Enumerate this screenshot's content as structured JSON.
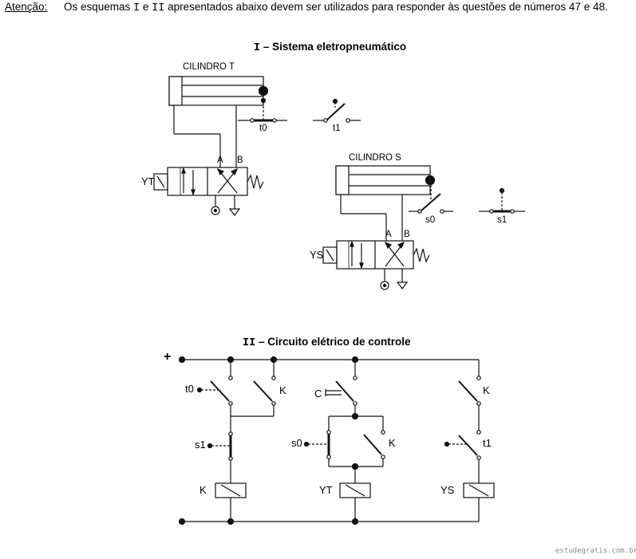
{
  "header": {
    "label": "Atenção:",
    "text_before": "Os esquemas ",
    "mark_1": "I",
    "conjunction": " e ",
    "mark_2": "II",
    "text_after": " apresentados abaixo devem ser utilizados para responder às questões de números 47 e 48."
  },
  "section_1": {
    "numeral": "I",
    "title": " – Sistema eletropneumático",
    "cylinder_t": "CILINDRO T",
    "cylinder_s": "CILINDRO S",
    "port_a": "A",
    "port_b": "B",
    "solenoid_t": "YT",
    "solenoid_s": "YS",
    "sensors": {
      "t0": "t0",
      "t1": "t1",
      "s0": "s0",
      "s1": "s1"
    }
  },
  "section_2": {
    "numeral": "II",
    "title": " – Circuito elétrico de controle",
    "supply": "+",
    "contacts": {
      "t0": "t0",
      "k": "K",
      "c": "C",
      "s0": "s0",
      "s1": "s1",
      "t1": "t1"
    },
    "coils": {
      "k": "K",
      "yt": "YT",
      "ys": "YS"
    }
  },
  "watermark": "estudegratis.com.br"
}
